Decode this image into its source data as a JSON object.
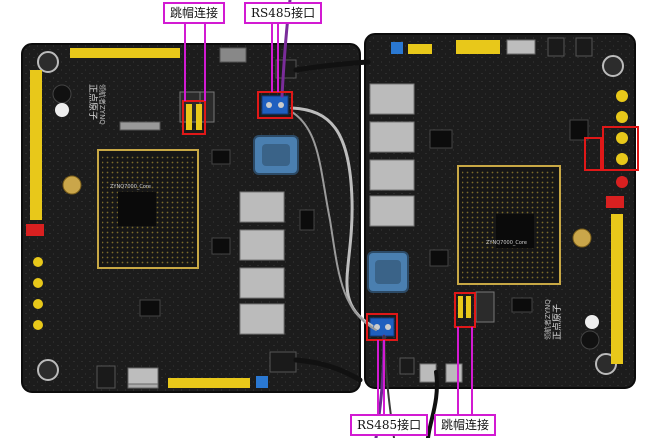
{
  "labels": {
    "jumper_top": "跳帽连接",
    "rs485_top": "RS485接口",
    "rs485_bottom": "RS485接口",
    "jumper_bottom": "跳帽连接"
  },
  "boards": {
    "left": {
      "brand_text": "正点原子",
      "model_text": "领航者ZYNQ",
      "module_text": "ZYNQ7000_Core"
    },
    "right": {
      "brand_text": "正点原子",
      "model_text": "领航者ZYNQ",
      "module_text": "ZYNQ7000_Core"
    }
  },
  "colors": {
    "pcb": "#1c1c1c",
    "header_yellow": "#e8c81a",
    "highlight_red": "#e01818",
    "callout_magenta": "#d21ad2",
    "db9_blue": "#4a7fb0",
    "terminal_blue": "#1f5fbf"
  }
}
